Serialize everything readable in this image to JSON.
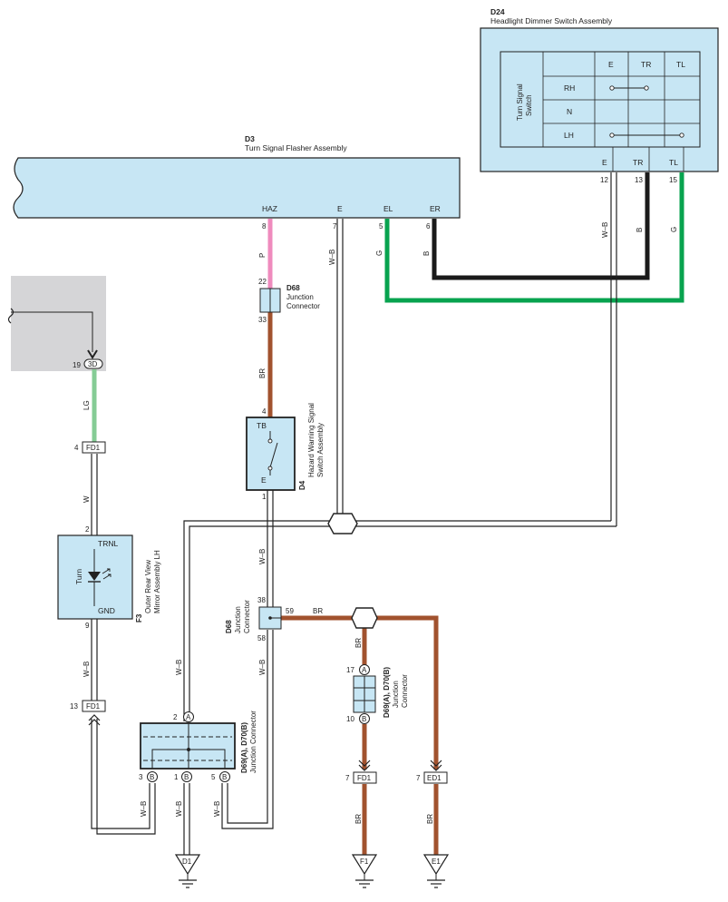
{
  "colors": {
    "component_fill": "#c7e6f4",
    "pink": "#ef8bbd",
    "brown": "#a1522e",
    "green": "#08a34f",
    "light_green": "#85cc95",
    "black": "#1a1a1a",
    "gray_box": "#d5d5d7"
  },
  "d3": {
    "code": "D3",
    "name": "Turn Signal Flasher Assembly",
    "terms": {
      "haz": "HAZ",
      "e": "E",
      "el": "EL",
      "er": "ER"
    },
    "pins": {
      "haz": "8",
      "e": "7",
      "el": "5",
      "er": "6"
    }
  },
  "d24": {
    "code": "D24",
    "name": "Headlight Dimmer Switch Assembly",
    "side_label": [
      "Turn Signal",
      "Switch"
    ],
    "cols": [
      "E",
      "TR",
      "TL"
    ],
    "rows": [
      "RH",
      "N",
      "LH"
    ],
    "terms": {
      "e": "E",
      "tr": "TR",
      "tl": "TL"
    },
    "pins": {
      "e": "12",
      "tr": "13",
      "tl": "15"
    }
  },
  "wires": {
    "p": "P",
    "br": "BR",
    "wb": "W–B",
    "b": "B",
    "g": "G",
    "lg": "LG",
    "w": "W"
  },
  "d68_top": {
    "code": "D68",
    "desc": [
      "Junction",
      "Connector"
    ],
    "pin_in": "22",
    "pin_out": "33"
  },
  "d4": {
    "code": "D4",
    "desc": [
      "Hazard Warning Signal",
      "Switch Assembly"
    ],
    "tb": "TB",
    "e": "E",
    "pin_top": "4",
    "pin_bottom": "1"
  },
  "d68_mid": {
    "code": "D68",
    "desc": [
      "Junction",
      "Connector"
    ],
    "pin_top": "38",
    "pin_right": "59",
    "pin_bottom": "58"
  },
  "d69_right": {
    "code": "D69(A), D70(B)",
    "desc": [
      "Junction",
      "Connector"
    ],
    "pin_top": "17",
    "pin_bottom": "10",
    "a": "A",
    "b": "B"
  },
  "d69_bottom": {
    "code": "D69(A), D70(B)",
    "desc": "Junction Connector",
    "pin_a": "2",
    "pin_b1": "3",
    "pin_b2": "1",
    "pin_b3": "5",
    "a": "A",
    "b": "B"
  },
  "f3": {
    "code": "F3",
    "desc": [
      "Outer Rear View",
      "Mirror Assembly LH"
    ],
    "trnl": "TRNL",
    "gnd": "GND",
    "turn": "Turn",
    "pin_top": "2",
    "pin_bottom": "9"
  },
  "connectors": {
    "c3d": "3D",
    "c3d_pin": "19",
    "fd1": "FD1",
    "fd1_top_pin": "4",
    "fd1_mid_pin": "13",
    "fd1_bot_pin": "7",
    "ed1": "ED1",
    "ed1_pin": "7"
  },
  "grounds": {
    "d1": "D1",
    "f1": "F1",
    "e1": "E1"
  }
}
